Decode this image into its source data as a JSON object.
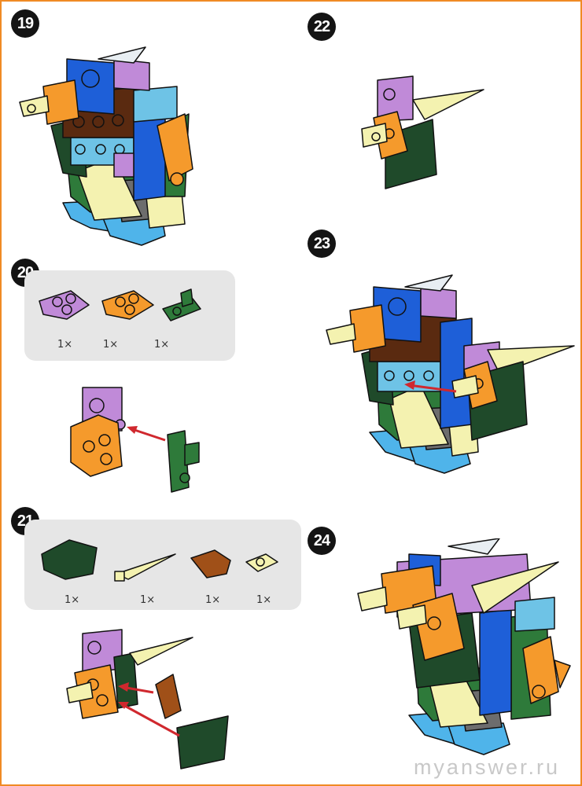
{
  "steps": [
    {
      "number": "19"
    },
    {
      "number": "20",
      "parts": [
        {
          "name": "lavender wedge plate",
          "qty": "1×"
        },
        {
          "name": "orange wedge plate",
          "qty": "1×"
        },
        {
          "name": "green plate with clip",
          "qty": "1×"
        }
      ]
    },
    {
      "number": "21",
      "parts": [
        {
          "name": "dark green curved slope",
          "qty": "1×"
        },
        {
          "name": "light yellow horn",
          "qty": "1×"
        },
        {
          "name": "brown curved slope",
          "qty": "1×"
        },
        {
          "name": "light yellow clip plate",
          "qty": "1×"
        }
      ]
    },
    {
      "number": "22"
    },
    {
      "number": "23"
    },
    {
      "number": "24"
    }
  ],
  "watermark": "myanswer.ru",
  "colors": {
    "border": "#f08a24",
    "parts_bg": "#e6e6e6",
    "lavender": "#c08ad8",
    "orange": "#f59a2c",
    "dark_green": "#1f4a2a",
    "green": "#2e7a3a",
    "brown": "#5a2a10",
    "blue": "#1e5fd8",
    "light_blue": "#6ec3e6",
    "cream": "#f4f2b0",
    "gray": "#6d6d6d",
    "arrow_red": "#d0282e"
  }
}
